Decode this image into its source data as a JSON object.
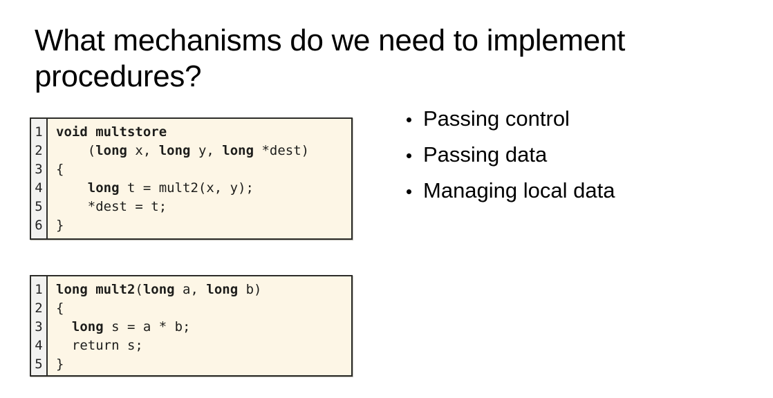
{
  "slide": {
    "title": "What mechanisms do we need to implement procedures?",
    "background_color": "#ffffff",
    "text_color": "#000000"
  },
  "code_blocks": [
    {
      "name": "multstore-c-source",
      "language": "c",
      "background_color": "#fdf6e6",
      "gutter_color": "#f2f2f0",
      "border_color": "#2b2b28",
      "line_numbers": [
        "1",
        "2",
        "3",
        "4",
        "5",
        "6"
      ],
      "lines": [
        "void multstore",
        "    (long x, long y, long *dest)",
        "{",
        "    long t = mult2(x, y);",
        "    *dest = t;",
        "}"
      ],
      "lines_html": [
        "<b>void multstore</b>",
        "    (<b>long</b> x, <b>long</b> y, <b>long</b> *dest)",
        "{",
        "    <b>long</b> t = mult2(x, y);",
        "    *dest = t;",
        "}"
      ]
    },
    {
      "name": "mult2-c-source",
      "language": "c",
      "background_color": "#fdf6e6",
      "gutter_color": "#f2f2f0",
      "border_color": "#2b2b28",
      "line_numbers": [
        "1",
        "2",
        "3",
        "4",
        "5"
      ],
      "lines": [
        "long mult2(long a, long b)",
        "{",
        "  long s = a * b;",
        "  return s;",
        "}"
      ],
      "lines_html": [
        "<b>long mult2</b>(<b>long</b> a, <b>long</b> b)",
        "{",
        "  <b>long</b> s = a * b;",
        "  return s;",
        "}"
      ]
    }
  ],
  "bullets": [
    {
      "label": "Passing control"
    },
    {
      "label": "Passing data"
    },
    {
      "label": "Managing local data"
    }
  ]
}
